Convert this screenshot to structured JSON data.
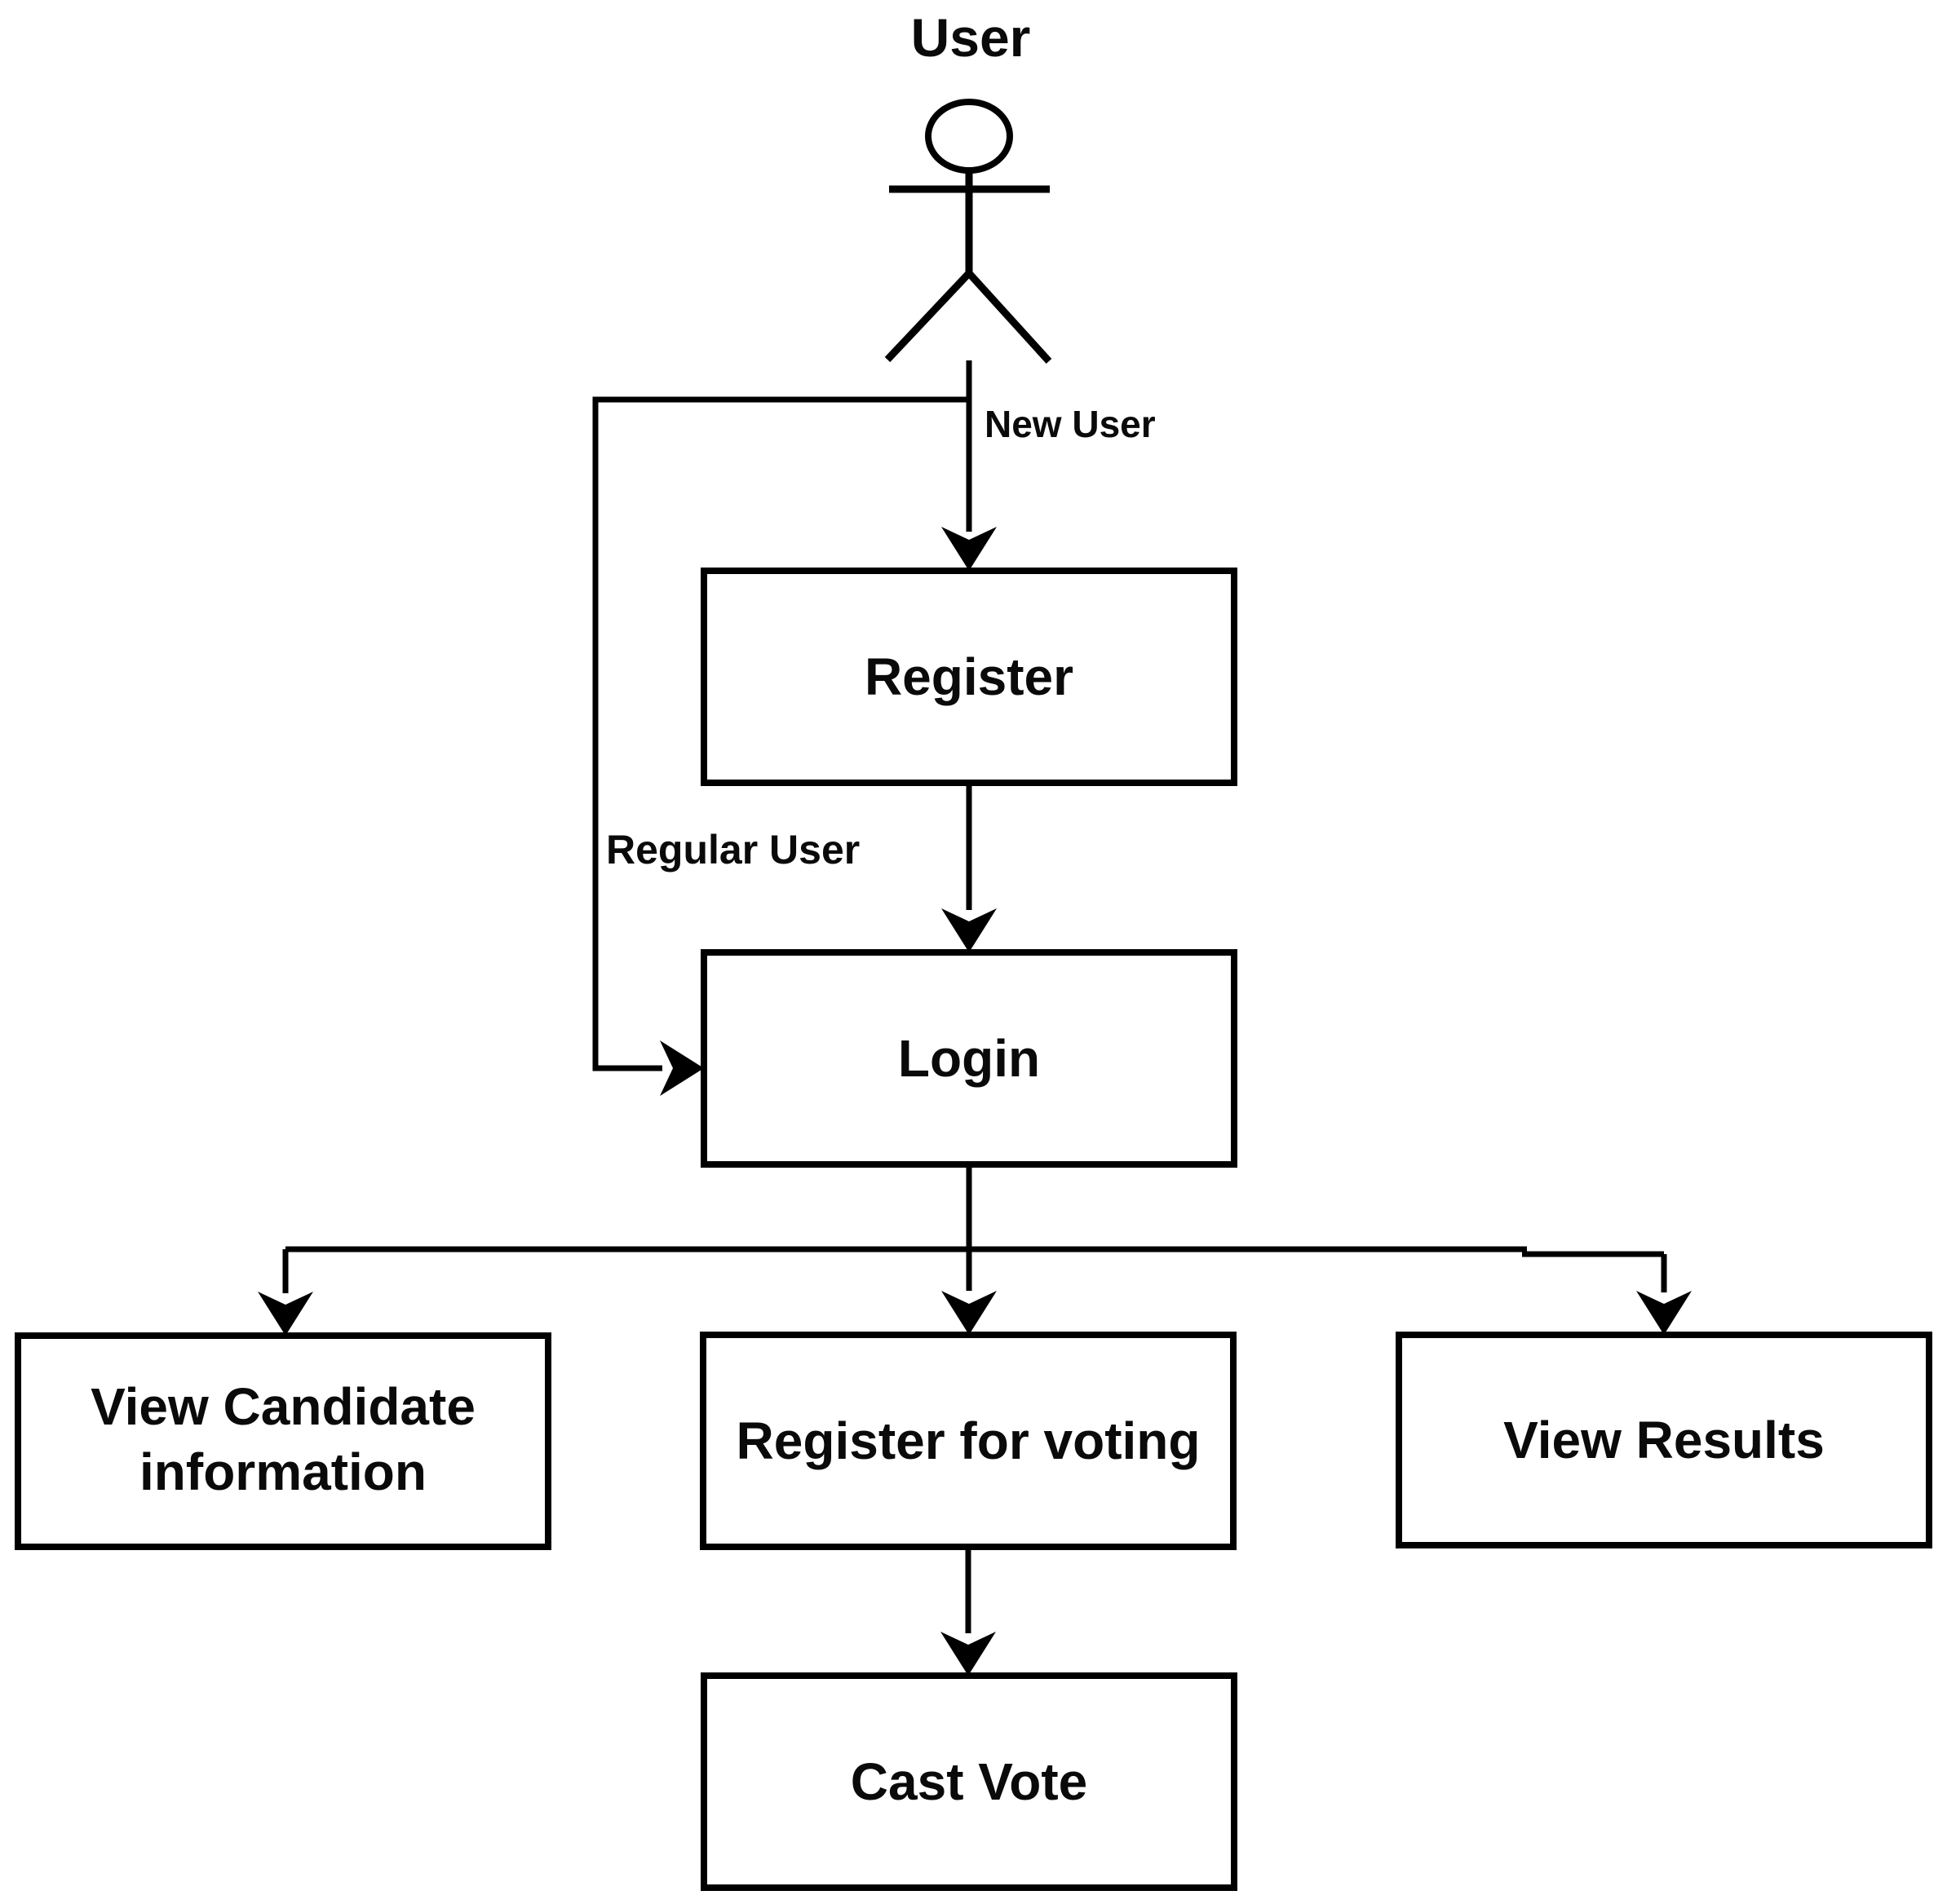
{
  "diagram": {
    "title_actor": "User",
    "labels": {
      "new_user": "New User",
      "regular_user": "Regular User"
    },
    "boxes": {
      "register": "Register",
      "login": "Login",
      "view_candidate": {
        "line1": "View Candidate",
        "line2": "information"
      },
      "register_for_voting": "Register for voting",
      "view_results": "View Results",
      "cast_vote": "Cast Vote"
    },
    "colors": {
      "stroke": "#000000",
      "background": "#ffffff",
      "text": "#0a0a0a"
    }
  }
}
